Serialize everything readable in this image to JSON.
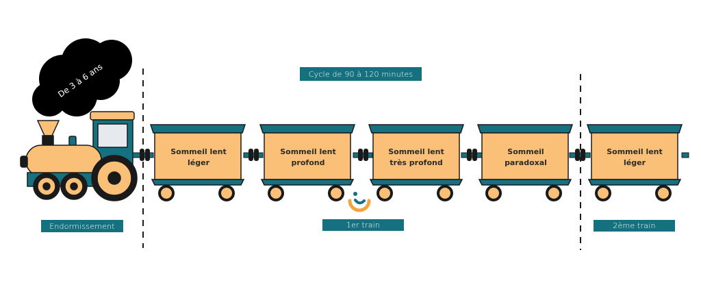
{
  "colors": {
    "teal": "#15707f",
    "car_fill": "#fbc078",
    "wheel_fill": "#fbc078",
    "smoke": "#000000",
    "dashes": "#1a1a1a"
  },
  "smoke": {
    "text": "De 3 à 6 ans"
  },
  "labels": {
    "cycle": "Cycle de 90 à 120 minutes",
    "endormissement": "Endormissement",
    "train1": "1er train",
    "train2": "2ème train"
  },
  "cars": [
    {
      "label": "Sommeil lent\nléger"
    },
    {
      "label": "Sommeil lent\nprofond"
    },
    {
      "label": "Sommeil lent\ntrès profond"
    },
    {
      "label": "Sommeil\nparadoxal"
    },
    {
      "label": "Sommeil lent\nléger"
    }
  ],
  "logo": {
    "name": "brand-logo-icon"
  }
}
